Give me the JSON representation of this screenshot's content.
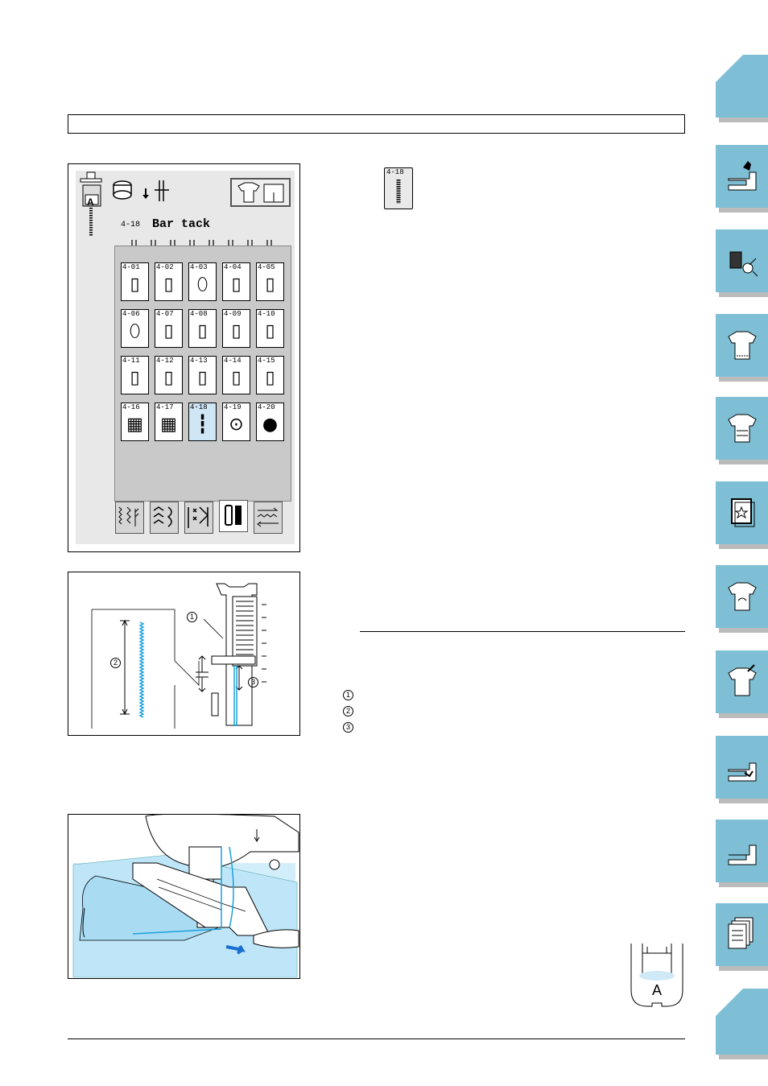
{
  "lcd": {
    "pattern_number": "4-18",
    "pattern_name": "Bar tack",
    "foot_letter": "A",
    "stitch_buttons": [
      {
        "num": "4-01",
        "glyph": "▯"
      },
      {
        "num": "4-02",
        "glyph": "▯"
      },
      {
        "num": "4-03",
        "glyph": "⬯"
      },
      {
        "num": "4-04",
        "glyph": "▯"
      },
      {
        "num": "4-05",
        "glyph": "▯"
      },
      {
        "num": "4-06",
        "glyph": "⬯"
      },
      {
        "num": "4-07",
        "glyph": "▯"
      },
      {
        "num": "4-08",
        "glyph": "▯"
      },
      {
        "num": "4-09",
        "glyph": "▯"
      },
      {
        "num": "4-10",
        "glyph": "▯"
      },
      {
        "num": "4-11",
        "glyph": "▯"
      },
      {
        "num": "4-12",
        "glyph": "▯"
      },
      {
        "num": "4-13",
        "glyph": "▯"
      },
      {
        "num": "4-14",
        "glyph": "▯"
      },
      {
        "num": "4-15",
        "glyph": "▯"
      },
      {
        "num": "4-16",
        "glyph": "▦"
      },
      {
        "num": "4-17",
        "glyph": "▦"
      },
      {
        "num": "4-18",
        "glyph": "┇"
      },
      {
        "num": "4-19",
        "glyph": "⊙"
      },
      {
        "num": "4-20",
        "glyph": "●"
      }
    ],
    "selected_index": 17
  },
  "inline_key": {
    "num": "4-18"
  },
  "callouts": [
    "1",
    "2",
    "3"
  ],
  "foot_inset_letter": "A",
  "side_tabs": [
    "corner-top",
    "machine-icon",
    "thread-icon",
    "shirt-icon",
    "embroidery-shirt-icon",
    "hoop-icon",
    "design-shirt-icon",
    "edit-shirt-icon",
    "maintenance-icon",
    "machine-outline-icon",
    "document-icon",
    "corner-bottom"
  ]
}
